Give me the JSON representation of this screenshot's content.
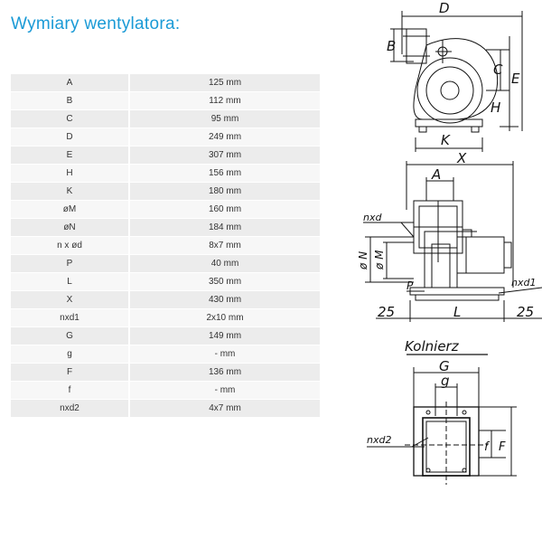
{
  "title": "Wymiary wentylatora:",
  "specs": [
    {
      "key": "A",
      "value": "125 mm"
    },
    {
      "key": "B",
      "value": "112 mm"
    },
    {
      "key": "C",
      "value": "95 mm"
    },
    {
      "key": "D",
      "value": "249 mm"
    },
    {
      "key": "E",
      "value": "307 mm"
    },
    {
      "key": "H",
      "value": "156 mm"
    },
    {
      "key": "K",
      "value": "180 mm"
    },
    {
      "key": "øM",
      "value": "160 mm"
    },
    {
      "key": "øN",
      "value": "184 mm"
    },
    {
      "key": "n x ød",
      "value": "8x7 mm"
    },
    {
      "key": "P",
      "value": "40 mm"
    },
    {
      "key": "L",
      "value": "350 mm"
    },
    {
      "key": "X",
      "value": "430 mm"
    },
    {
      "key": "nxd1",
      "value": "2x10 mm"
    },
    {
      "key": "G",
      "value": "149 mm"
    },
    {
      "key": "g",
      "value": "- mm"
    },
    {
      "key": "F",
      "value": "136 mm"
    },
    {
      "key": "f",
      "value": "- mm"
    },
    {
      "key": "nxd2",
      "value": "4x7 mm"
    }
  ],
  "drawing": {
    "labels": {
      "D": "D",
      "B": "B",
      "C": "C",
      "E": "E",
      "H": "H",
      "K": "K",
      "A": "A",
      "X": "X",
      "nxd": "nxd",
      "N": "ø N",
      "M": "ø M",
      "P": "P",
      "L": "L",
      "left25": "25",
      "right25": "25",
      "nxd1": "nxd1",
      "G": "G",
      "g": "g",
      "nxd2": "nxd2",
      "f": "f",
      "F": "F"
    },
    "flange_caption": "Kolnierz"
  }
}
